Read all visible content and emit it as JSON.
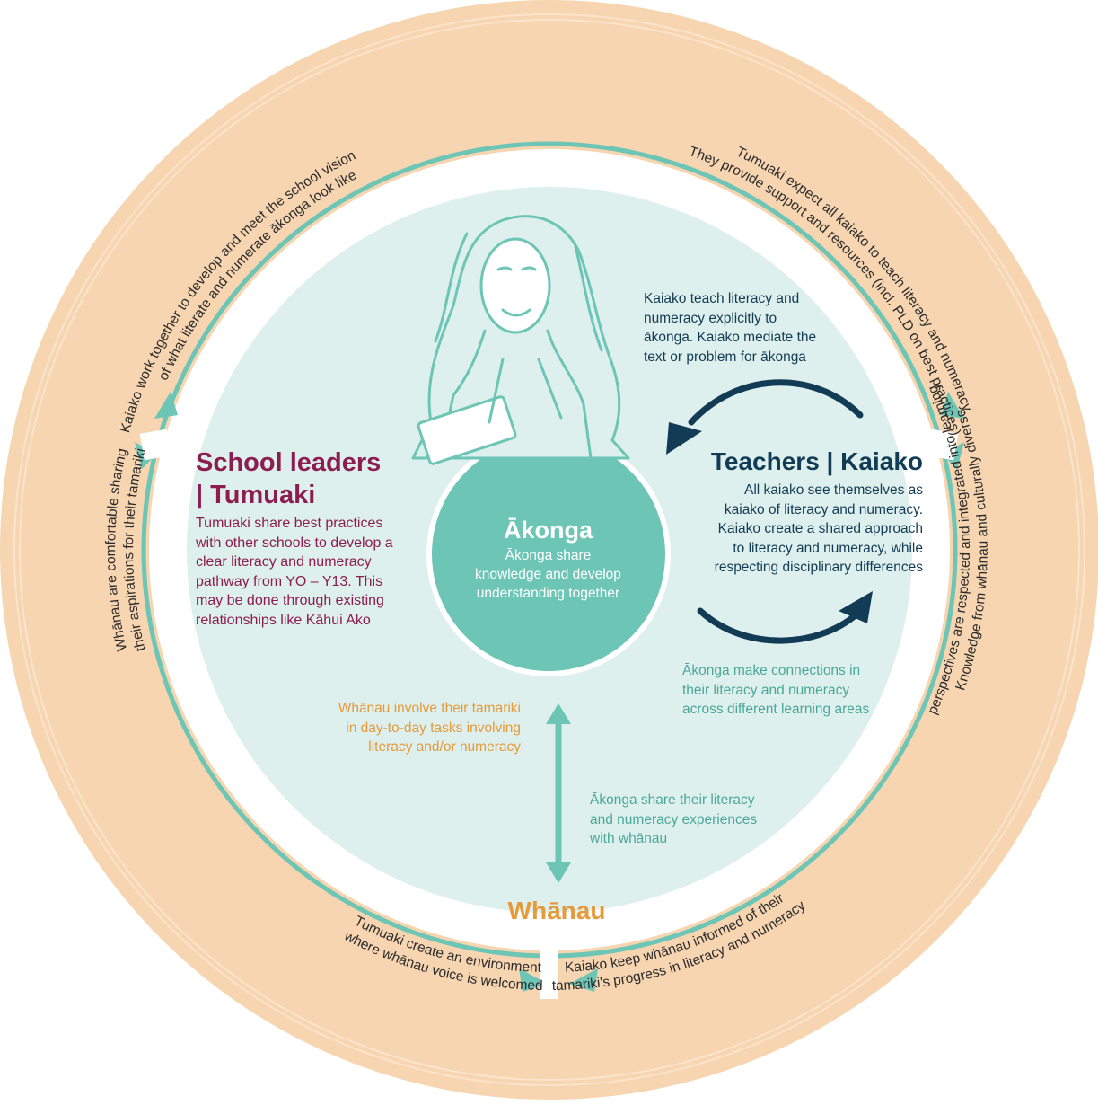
{
  "ring_text": {
    "top_left": [
      "Kaiako work together to develop and meet the school vision",
      "of what literate and numerate ākonga look like"
    ],
    "top_right": [
      "Tumuaki expect all kaiako to teach literacy and numeracy.",
      "They provide support and resources (incl. PLD on best practices)"
    ],
    "left": [
      "Whānau are comfortable sharing",
      "their aspirations for their tamariki"
    ],
    "right": [
      "Knowledge from whānau and culturally diverse",
      "perspectives are respected and integrated into learning"
    ],
    "bottom_left": [
      "Tumuaki create an environment",
      "where whānau voice is welcomed"
    ],
    "bottom_right": [
      "Kaiako keep whānau informed of their",
      "tamariki's progress in literacy and numeracy"
    ]
  },
  "school_leaders": {
    "title": [
      "School leaders",
      "| Tumuaki"
    ],
    "body": [
      "Tumuaki share best practices",
      "with other schools to develop a",
      "clear literacy and numeracy",
      "pathway from YO – Y13. This",
      "may be done through existing",
      "relationships like Kāhui Ako"
    ]
  },
  "teachers": {
    "title": "Teachers | Kaiako",
    "body": [
      "All kaiako see themselves as",
      "kaiako of literacy and numeracy.",
      "Kaiako create a shared approach",
      "to literacy and numeracy, while",
      "respecting disciplinary differences"
    ],
    "explicit": [
      "Kaiako teach literacy and",
      "numeracy explicitly to",
      "ākonga. Kaiako mediate the",
      "text or problem for ākonga"
    ]
  },
  "akonga": {
    "title": "Ākonga",
    "body": [
      "Ākonga share",
      "knowledge and develop",
      "understanding together"
    ],
    "connections": [
      "Ākonga make connections in",
      "their literacy and numeracy",
      "across different learning areas"
    ],
    "share_experiences": [
      "Ākonga share their literacy",
      "and numeracy experiences",
      "with whānau"
    ]
  },
  "whanau": {
    "title": "Whānau",
    "involve": [
      "Whānau involve their tamariki",
      "in day-to-day tasks involving",
      "literacy and/or numeracy"
    ]
  },
  "colors": {
    "outer_ring": "#f6d5b0",
    "ring_line": "#6cc5b5",
    "inner_disc": "#def0ed",
    "center_circle": "#6cc5b5",
    "leaders": "#8c1d4e",
    "teachers": "#123c55",
    "whanau": "#e59a3c",
    "akonga_notes": "#4aa898"
  },
  "icons": [
    "student-illustration",
    "cycle-arrow-top",
    "cycle-arrow-bottom",
    "double-arrow-vertical"
  ]
}
